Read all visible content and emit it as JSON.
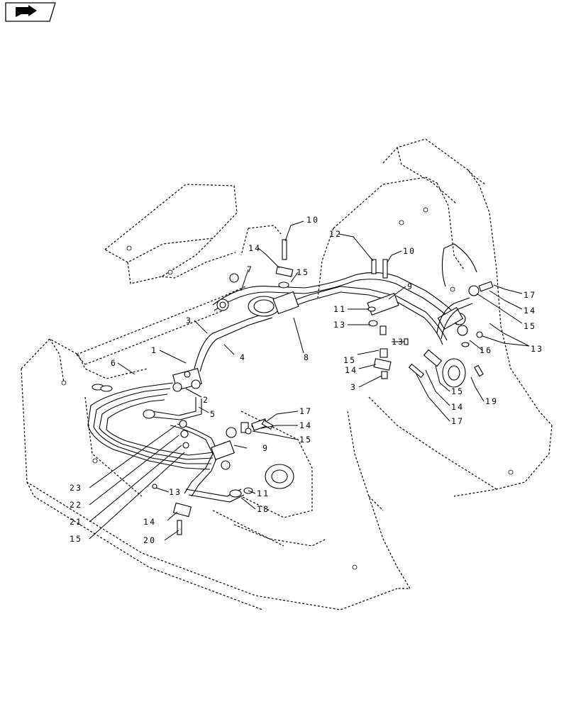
{
  "icon": {
    "name": "navigation-arrow-icon"
  },
  "callouts": [
    {
      "id": "c1",
      "label": "1"
    },
    {
      "id": "c2",
      "label": "2"
    },
    {
      "id": "c3a",
      "label": "3"
    },
    {
      "id": "c3b",
      "label": "3"
    },
    {
      "id": "c4",
      "label": "4"
    },
    {
      "id": "c5",
      "label": "5"
    },
    {
      "id": "c6",
      "label": "6"
    },
    {
      "id": "c7",
      "label": "7"
    },
    {
      "id": "c8",
      "label": "8"
    },
    {
      "id": "c9a",
      "label": "9"
    },
    {
      "id": "c9b",
      "label": "9"
    },
    {
      "id": "c10a",
      "label": "10"
    },
    {
      "id": "c10b",
      "label": "10"
    },
    {
      "id": "c11a",
      "label": "11"
    },
    {
      "id": "c11b",
      "label": "11"
    },
    {
      "id": "c12",
      "label": "12"
    },
    {
      "id": "c13a",
      "label": "13"
    },
    {
      "id": "c13b",
      "label": "13"
    },
    {
      "id": "c13c",
      "label": "13"
    },
    {
      "id": "c13d",
      "label": "13"
    },
    {
      "id": "c14a",
      "label": "14"
    },
    {
      "id": "c14b",
      "label": "14"
    },
    {
      "id": "c14c",
      "label": "14"
    },
    {
      "id": "c14d",
      "label": "14"
    },
    {
      "id": "c14e",
      "label": "14"
    },
    {
      "id": "c14f",
      "label": "14"
    },
    {
      "id": "c15a",
      "label": "15"
    },
    {
      "id": "c15b",
      "label": "15"
    },
    {
      "id": "c15c",
      "label": "15"
    },
    {
      "id": "c15d",
      "label": "15"
    },
    {
      "id": "c15e",
      "label": "15"
    },
    {
      "id": "c15f",
      "label": "15"
    },
    {
      "id": "c16",
      "label": "16"
    },
    {
      "id": "c17a",
      "label": "17"
    },
    {
      "id": "c17b",
      "label": "17"
    },
    {
      "id": "c17c",
      "label": "17"
    },
    {
      "id": "c18",
      "label": "18"
    },
    {
      "id": "c19",
      "label": "19"
    },
    {
      "id": "c20",
      "label": "20"
    },
    {
      "id": "c21",
      "label": "21"
    },
    {
      "id": "c22",
      "label": "22"
    },
    {
      "id": "c23",
      "label": "23"
    }
  ]
}
